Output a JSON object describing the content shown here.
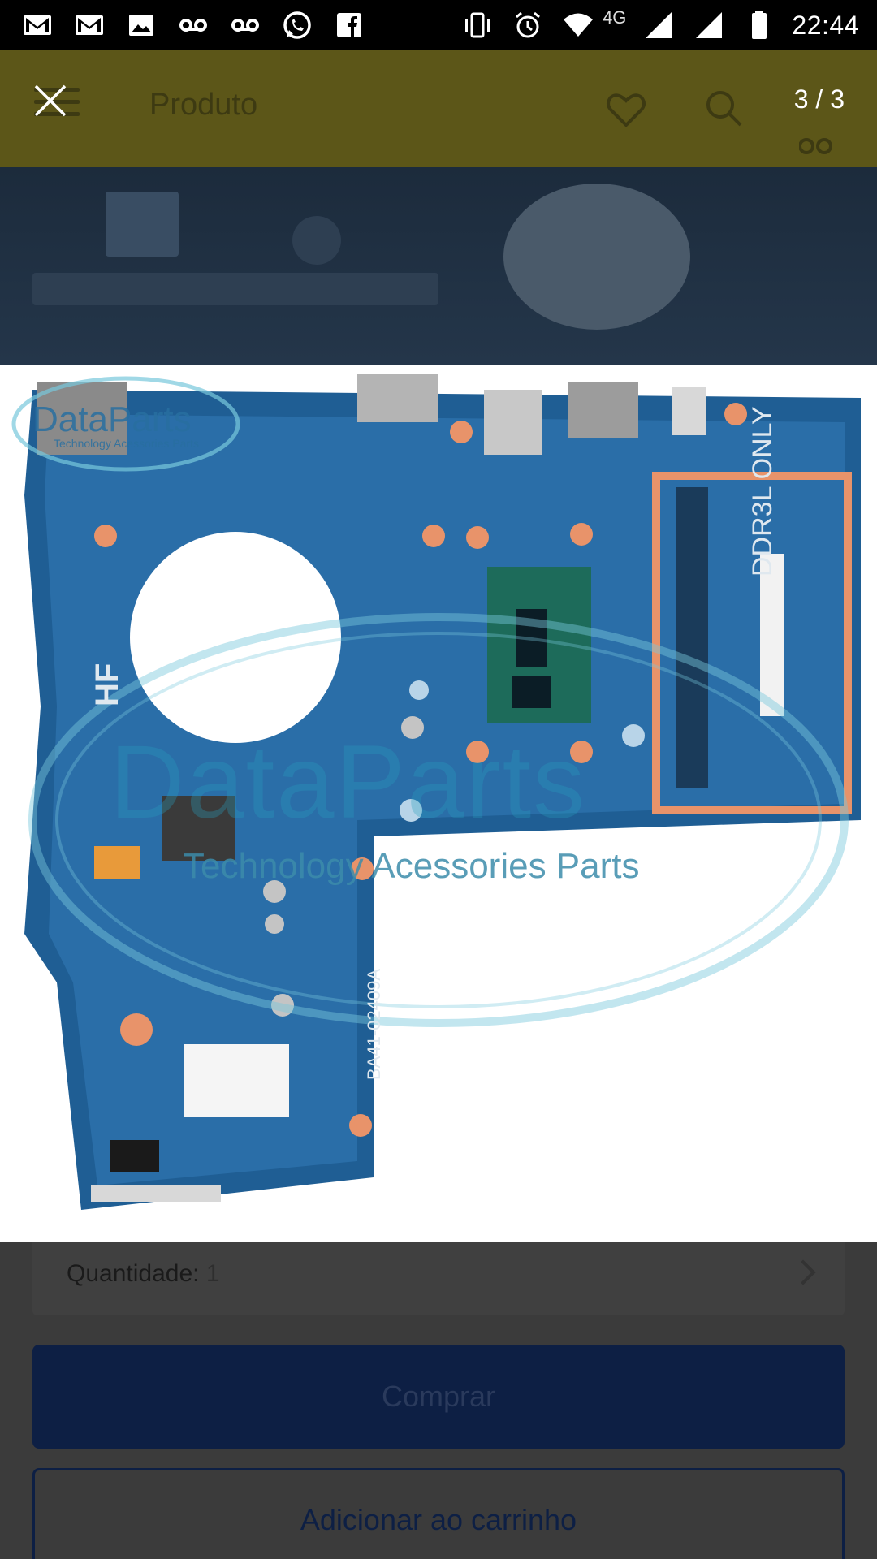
{
  "status_bar": {
    "time": "22:44",
    "network": "4G",
    "left_icons": [
      "gmail-icon",
      "gmail-icon",
      "gallery-icon",
      "voicemail-icon",
      "voicemail-icon",
      "whatsapp-icon",
      "facebook-icon"
    ],
    "right_icons": [
      "vibrate-icon",
      "alarm-icon",
      "wifi-icon",
      "signal-icon",
      "signal-icon",
      "battery-icon"
    ]
  },
  "header": {
    "title": "Produto",
    "accent_color": "#fff159"
  },
  "viewer": {
    "counter": "3 / 3",
    "image_alt": "Placa-mãe de notebook azul",
    "watermark": {
      "brand": "DataParts",
      "tagline": "Technology Acessories Parts"
    },
    "board_labels": {
      "memory": "DDR3L ONLY",
      "silkscreen_left": "HF",
      "part_number": "BA41-02409A"
    }
  },
  "product": {
    "quantity_label": "Quantidade:",
    "quantity_value": "1",
    "buy_label": "Comprar",
    "add_to_cart_label": "Adicionar ao carrinho",
    "primary_color": "#3483fa"
  }
}
